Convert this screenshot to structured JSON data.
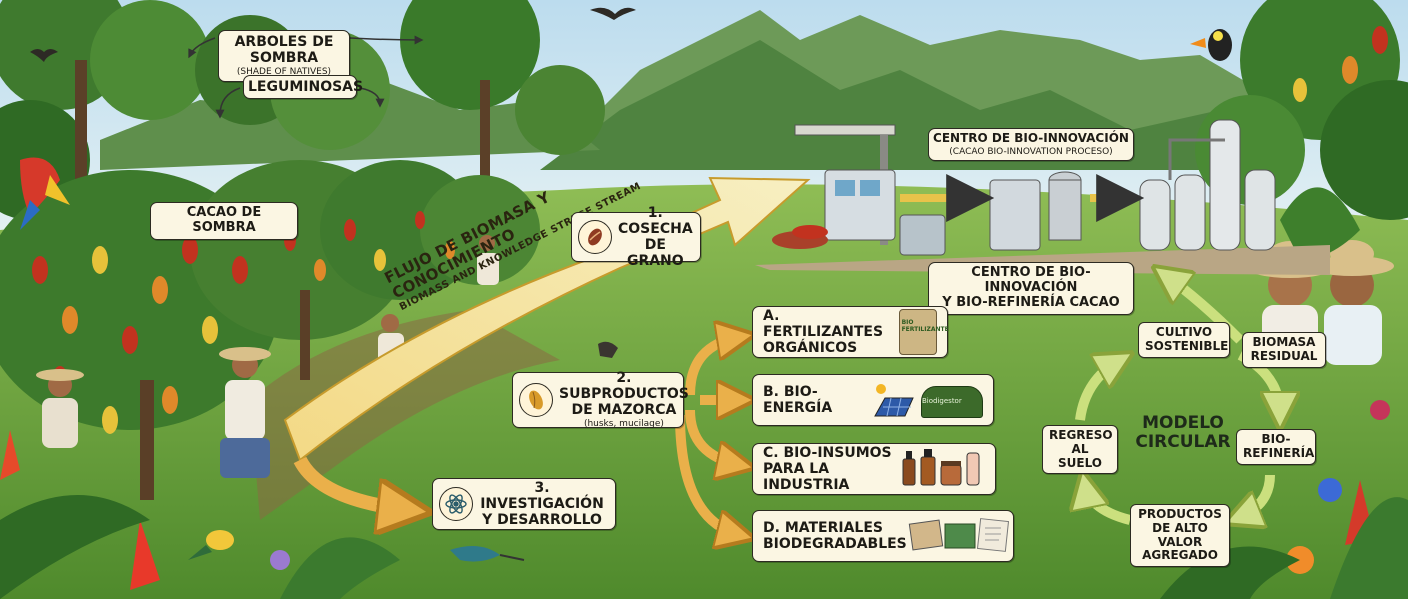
{
  "labels": {
    "arboles": {
      "title": "ARBOLES DE SOMBRA",
      "sub": "(SHADE OF NATIVES)"
    },
    "leguminosas": "LEGUMINOSAS",
    "cacao_sombra": "CACAO DE SOMBRA",
    "centro_top": {
      "title": "CENTRO DE BIO-INNOVACIÓN",
      "sub": "(CACAO BIO-INNOVATION PROCESO)"
    },
    "centro_bottom": {
      "line1": "CENTRO DE BIO-INNOVACIÓN",
      "line2": "Y BIO-REFINERÍA CACAO"
    }
  },
  "stream": {
    "title": "FLUJO DE BIOMASA Y CONOCIMIENTO",
    "subtitle": "BIOMASS AND KNOWLEDGE STREGE STREAM"
  },
  "steps": [
    {
      "line1": "1. COSECHA",
      "line2": "DE GRANO",
      "icon": "cacao-bean-icon"
    },
    {
      "line1": "2. SUBPRODUCTOS",
      "line2": "DE MAZORCA",
      "sub": "(husks, mucilage)",
      "icon": "cacao-pod-icon"
    },
    {
      "line1": "3. INVESTIGACIÓN",
      "line2": "Y DESARROLLO",
      "icon": "atom-icon"
    }
  ],
  "products": [
    {
      "line1": "A. FERTILIZANTES",
      "line2": "ORGÁNICOS",
      "icon": "fertilizer-bag-icon",
      "bag_text": "BIO FERTILIZANTE"
    },
    {
      "line1": "B. BIO-ENERGÍA",
      "line2": "",
      "icon": "solar-biogas-icon",
      "tank_text": "Biodigestor"
    },
    {
      "line1": "C. BIO-INSUMOS",
      "line2": "PARA LA INDUSTRIA",
      "icon": "bottles-icon"
    },
    {
      "line1": "D. MATERIALES",
      "line2": "BIODEGRADABLES",
      "icon": "sheets-icon"
    }
  ],
  "cycle": {
    "center": {
      "line1": "MODELO",
      "line2": "CIRCULAR"
    },
    "nodes": {
      "cultivo": {
        "line1": "CULTIVO",
        "line2": "SOSTENIBLE"
      },
      "biomasa": {
        "line1": "BIOMASA",
        "line2": "RESIDUAL"
      },
      "biorefineria": {
        "line1": "BIO-",
        "line2": "REFINERÍA"
      },
      "productos": {
        "line1": "PRODUCTOS",
        "line2": "DE ALTO VALOR",
        "line3": "AGREGADO"
      },
      "regreso": {
        "line1": "REGRESO",
        "line2": "AL SUELO"
      }
    }
  },
  "colors": {
    "sky": "#cfe6f2",
    "mountain": "#5f8f4c",
    "grass": "#79a83e",
    "arrow_fill": "#f1df88",
    "arrow_stroke": "#c79b2c",
    "label_bg": "#fbf6e3",
    "pod_red": "#c2321f",
    "pod_orange": "#e0892a",
    "pod_yellow": "#e7c23a"
  }
}
